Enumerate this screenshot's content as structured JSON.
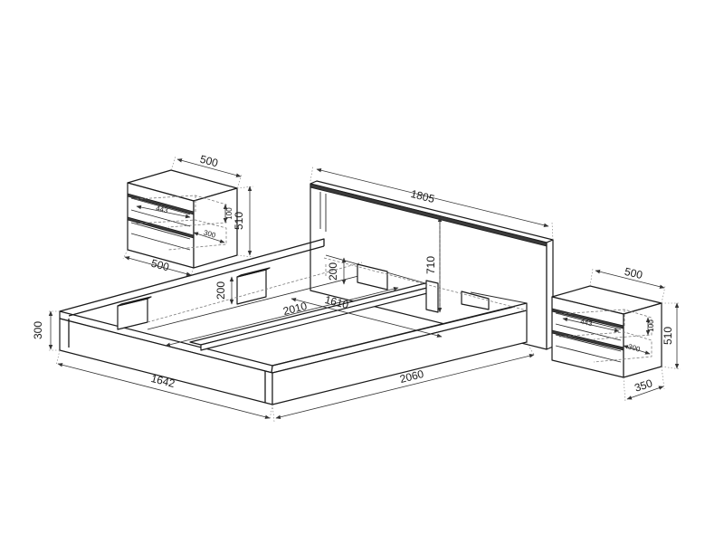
{
  "dimensions": {
    "headboard_width": "1805",
    "headboard_height": "710",
    "frame_length": "2060",
    "frame_width": "1642",
    "frame_height": "300",
    "inner_length": "2010",
    "inner_width": "1610",
    "support_height_front": "200",
    "support_height_back": "200",
    "left_table_top_width": "500",
    "left_table_bottom_width": "500",
    "left_table_height": "510",
    "left_drawer_width": "443",
    "left_drawer_height": "100",
    "left_drawer_depth": "300",
    "right_table_top_width": "500",
    "right_table_depth": "350",
    "right_table_height": "510",
    "right_drawer_width": "443",
    "right_drawer_height": "100",
    "right_drawer_depth": "300"
  }
}
